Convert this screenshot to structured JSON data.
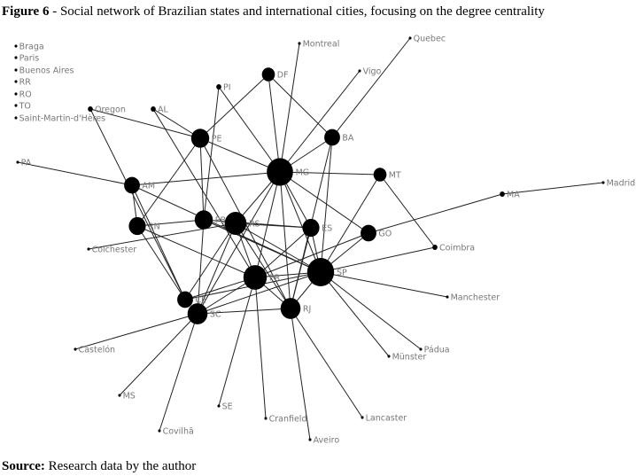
{
  "caption": {
    "label": "Figure 6",
    "text": " - Social network of Brazilian states and international cities, focusing on the degree centrality"
  },
  "source": {
    "label": "Source:",
    "text": " Research data by the author"
  },
  "nodes": [
    {
      "id": "Braga",
      "degree": 0
    },
    {
      "id": "Paris",
      "degree": 0
    },
    {
      "id": "Buenos Aires",
      "degree": 0
    },
    {
      "id": "RR",
      "degree": 0
    },
    {
      "id": "RO",
      "degree": 0
    },
    {
      "id": "TO",
      "degree": 0
    },
    {
      "id": "Saint-Martin-d'Hères",
      "degree": 0
    },
    {
      "id": "Montreal",
      "degree": 1
    },
    {
      "id": "Quebec",
      "degree": 1
    },
    {
      "id": "DF",
      "degree": 3
    },
    {
      "id": "Vigo",
      "degree": 1
    },
    {
      "id": "PI",
      "degree": 2
    },
    {
      "id": "Oregon",
      "degree": 2
    },
    {
      "id": "AL",
      "degree": 2
    },
    {
      "id": "PE",
      "degree": 7
    },
    {
      "id": "BA",
      "degree": 5
    },
    {
      "id": "MG",
      "degree": 17
    },
    {
      "id": "MT",
      "degree": 3
    },
    {
      "id": "PA",
      "degree": 1
    },
    {
      "id": "MA",
      "degree": 2
    },
    {
      "id": "Madrid",
      "degree": 1
    },
    {
      "id": "AM",
      "degree": 5
    },
    {
      "id": "RN",
      "degree": 6
    },
    {
      "id": "PB",
      "degree": 7
    },
    {
      "id": "RS",
      "degree": 11
    },
    {
      "id": "ES",
      "degree": 6
    },
    {
      "id": "GO",
      "degree": 5
    },
    {
      "id": "Colchester",
      "degree": 1
    },
    {
      "id": "Coimbra",
      "degree": 2
    },
    {
      "id": "SP",
      "degree": 18
    },
    {
      "id": "PR",
      "degree": 13
    },
    {
      "id": "Manchester",
      "degree": 1
    },
    {
      "id": "CE",
      "degree": 5
    },
    {
      "id": "SC",
      "degree": 9
    },
    {
      "id": "RJ",
      "degree": 9
    },
    {
      "id": "Castelón",
      "degree": 1
    },
    {
      "id": "Pádua",
      "degree": 1
    },
    {
      "id": "Münster",
      "degree": 1
    },
    {
      "id": "MS",
      "degree": 1
    },
    {
      "id": "SE",
      "degree": 1
    },
    {
      "id": "Cranfield",
      "degree": 1
    },
    {
      "id": "Lancaster",
      "degree": 1
    },
    {
      "id": "Covilhã",
      "degree": 1
    },
    {
      "id": "Aveiro",
      "degree": 1
    }
  ],
  "edges": [
    [
      "Montreal",
      "MG"
    ],
    [
      "Quebec",
      "BA"
    ],
    [
      "Vigo",
      "MG"
    ],
    [
      "DF",
      "PE"
    ],
    [
      "DF",
      "MG"
    ],
    [
      "DF",
      "BA"
    ],
    [
      "PI",
      "PB"
    ],
    [
      "PI",
      "MG"
    ],
    [
      "Oregon",
      "PE"
    ],
    [
      "Oregon",
      "CE"
    ],
    [
      "AL",
      "PE"
    ],
    [
      "AL",
      "PR"
    ],
    [
      "PE",
      "MG"
    ],
    [
      "PE",
      "RN"
    ],
    [
      "PE",
      "PB"
    ],
    [
      "PE",
      "RJ"
    ],
    [
      "PA",
      "AM"
    ],
    [
      "AM",
      "MG"
    ],
    [
      "AM",
      "RN"
    ],
    [
      "AM",
      "CE"
    ],
    [
      "AM",
      "SP"
    ],
    [
      "RN",
      "PB"
    ],
    [
      "RN",
      "CE"
    ],
    [
      "RN",
      "PR"
    ],
    [
      "Colchester",
      "RS"
    ],
    [
      "PB",
      "ES"
    ],
    [
      "PB",
      "SC"
    ],
    [
      "PB",
      "SP"
    ],
    [
      "RS",
      "ES"
    ],
    [
      "RS",
      "SC"
    ],
    [
      "RS",
      "CE"
    ],
    [
      "RS",
      "PR"
    ],
    [
      "RS",
      "RJ"
    ],
    [
      "RS",
      "SP"
    ],
    [
      "MG",
      "BA"
    ],
    [
      "MG",
      "MT"
    ],
    [
      "MG",
      "RS"
    ],
    [
      "MG",
      "PR"
    ],
    [
      "MG",
      "SP"
    ],
    [
      "MG",
      "RJ"
    ],
    [
      "MG",
      "ES"
    ],
    [
      "MG",
      "GO"
    ],
    [
      "MG",
      "SC"
    ],
    [
      "BA",
      "SP"
    ],
    [
      "BA",
      "RJ"
    ],
    [
      "MT",
      "SP"
    ],
    [
      "MT",
      "Coimbra"
    ],
    [
      "MA",
      "GO"
    ],
    [
      "MA",
      "Madrid"
    ],
    [
      "ES",
      "PR"
    ],
    [
      "ES",
      "SP"
    ],
    [
      "ES",
      "RJ"
    ],
    [
      "GO",
      "SP"
    ],
    [
      "GO",
      "PR"
    ],
    [
      "SP",
      "Coimbra"
    ],
    [
      "SP",
      "Manchester"
    ],
    [
      "SP",
      "Münster"
    ],
    [
      "SP",
      "Pádua"
    ],
    [
      "SP",
      "RJ"
    ],
    [
      "SP",
      "CE"
    ],
    [
      "SP",
      "SC"
    ],
    [
      "SP",
      "PR"
    ],
    [
      "PR",
      "SC"
    ],
    [
      "PR",
      "SE"
    ],
    [
      "PR",
      "Cranfield"
    ],
    [
      "PR",
      "RJ"
    ],
    [
      "PR",
      "CE"
    ],
    [
      "SC",
      "RJ"
    ],
    [
      "SC",
      "Castelón"
    ],
    [
      "SC",
      "MS"
    ],
    [
      "SC",
      "Covilhã"
    ],
    [
      "RJ",
      "Aveiro"
    ],
    [
      "RJ",
      "Lancaster"
    ]
  ]
}
